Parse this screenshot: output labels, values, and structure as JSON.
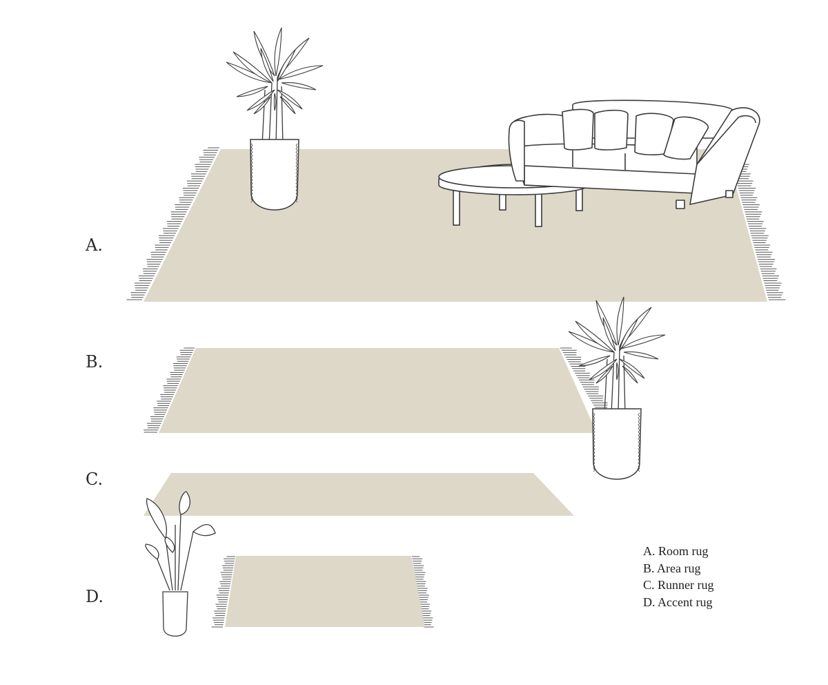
{
  "colors": {
    "rug": "#ddd8c8",
    "line": "#3a3a3a",
    "fringe": "#555555",
    "background": "#ffffff",
    "text": "#2b2b2b"
  },
  "rows": [
    {
      "letter": "A."
    },
    {
      "letter": "B."
    },
    {
      "letter": "C."
    },
    {
      "letter": "D."
    }
  ],
  "legend": [
    {
      "text": "A. Room rug"
    },
    {
      "text": "B. Area rug"
    },
    {
      "text": "C. Runner rug"
    },
    {
      "text": "D. Accent rug"
    }
  ],
  "icons": [
    "potted-palm-icon",
    "potted-alocasia-icon",
    "sofa-icon",
    "coffee-table-icon"
  ]
}
